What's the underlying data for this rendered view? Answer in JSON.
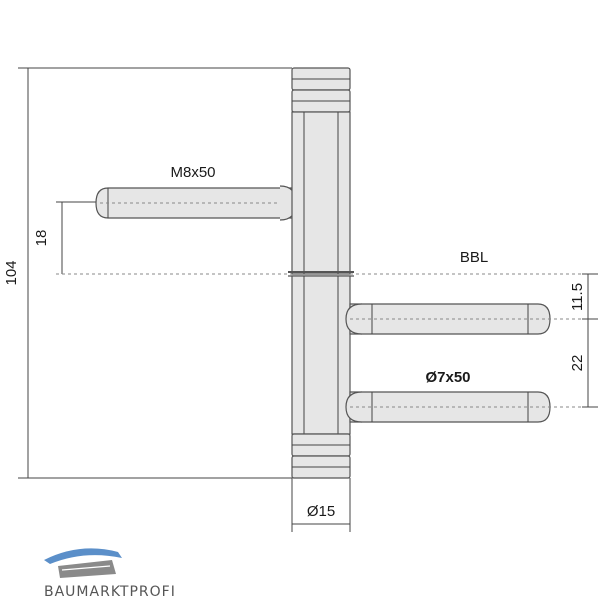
{
  "labels": {
    "top_pin": "M8x50",
    "bottom_pin": "Ø7x50",
    "reference_line": "BBL",
    "overall_height": "104",
    "top_offset": "18",
    "first_pin_offset": "11.5",
    "pin_spacing": "22",
    "diameter": "Ø15"
  },
  "logo": {
    "text": "BAUMARKTPROFI"
  },
  "colors": {
    "part_fill": "#e6e6e6",
    "part_stroke": "#555555",
    "logo_blue": "#5b8fc9",
    "logo_gray": "#8a8a8a"
  }
}
